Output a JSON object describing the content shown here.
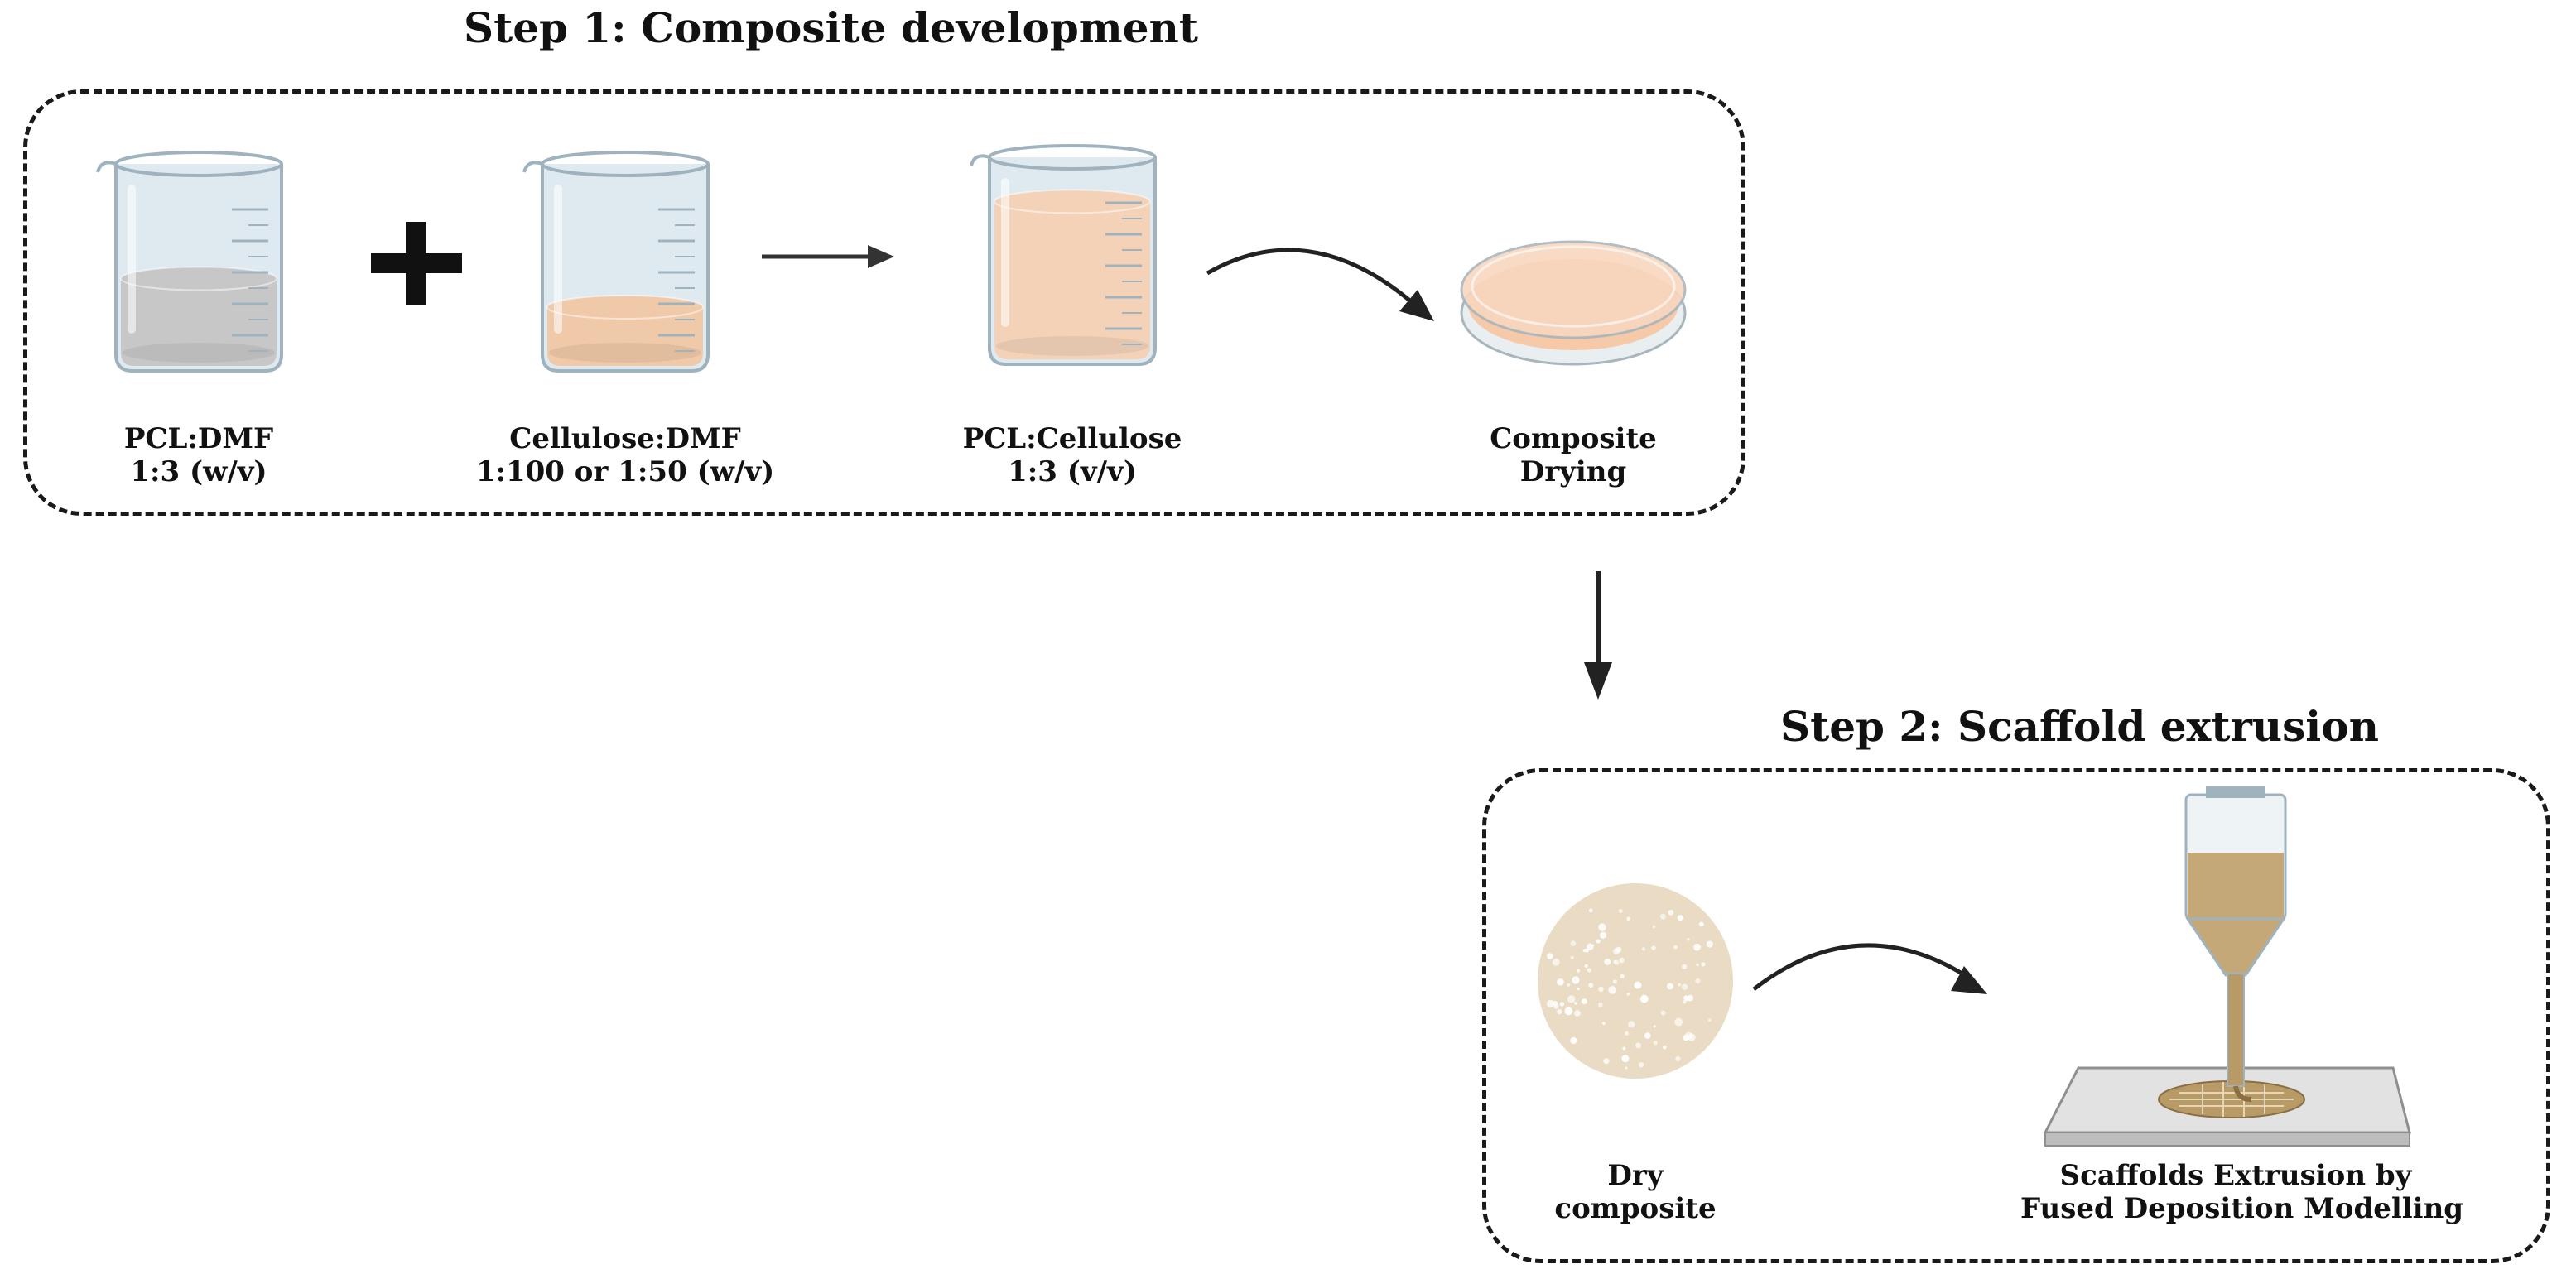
{
  "step1": {
    "title": "Step 1: Composite development",
    "beakers": [
      {
        "line1": "PCL:DMF",
        "line2": "1:3 (w/v)",
        "liquid_color": "#c7c7c7",
        "fill_level": 0.45
      },
      {
        "line1": "Cellulose:DMF",
        "line2": "1:100 or 1:50 (w/v)",
        "liquid_color": "#f0c9a8",
        "fill_level": 0.3
      },
      {
        "line1": "PCL:Cellulose",
        "line2": "1:3 (v/v)",
        "liquid_color": "#f3d2b8",
        "fill_level": 0.82
      }
    ],
    "dish": {
      "line1": "Composite",
      "line2": "Drying",
      "color": "#f6c9a8"
    }
  },
  "step2": {
    "title": "Step 2: Scaffold extrusion",
    "dry": {
      "line1": "Dry",
      "line2": "composite",
      "color": "#eadcc4"
    },
    "extrusion": {
      "line1": "Scaffolds Extrusion by",
      "line2": "Fused Deposition  Modelling",
      "nozzle_color": "#c4a877"
    }
  },
  "icons": {
    "plus": "plus-icon",
    "arrow_right": "arrow-right-icon",
    "curved_arrow": "curved-arrow-icon",
    "arrow_down": "arrow-down-icon"
  },
  "colors": {
    "glass": "#dfeaf0",
    "glass_stroke": "#9fb3bf",
    "dashed_border": "#1a1a1a"
  }
}
